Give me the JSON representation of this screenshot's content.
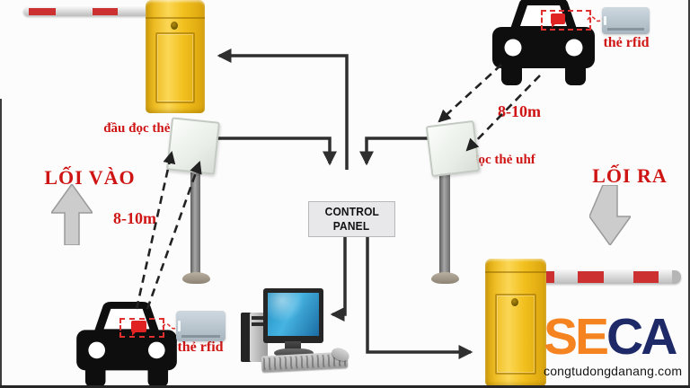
{
  "labels": {
    "entrance": "LỐI VÀO",
    "exit": "LỐI RA",
    "reader_left": "đầu đọc thẻ uhf",
    "reader_right": "đầu đọc thẻ uhf",
    "distance_left": "8-10m",
    "distance_right": "8-10m",
    "rfid_card_top": "thẻ rfid",
    "rfid_card_bottom": "thẻ rfid",
    "control_panel_line1": "CONTROL",
    "control_panel_line2": "PANEL"
  },
  "branding": {
    "logo_part1": "SE",
    "logo_part2": "CA",
    "website": "congtudongdanang.com"
  },
  "colors": {
    "accent_red": "#cf1414",
    "barrier_yellow": "#f2c01e",
    "logo_orange": "#f5831f",
    "logo_navy": "#1d2a67",
    "line_dark": "#2f2f2f"
  }
}
